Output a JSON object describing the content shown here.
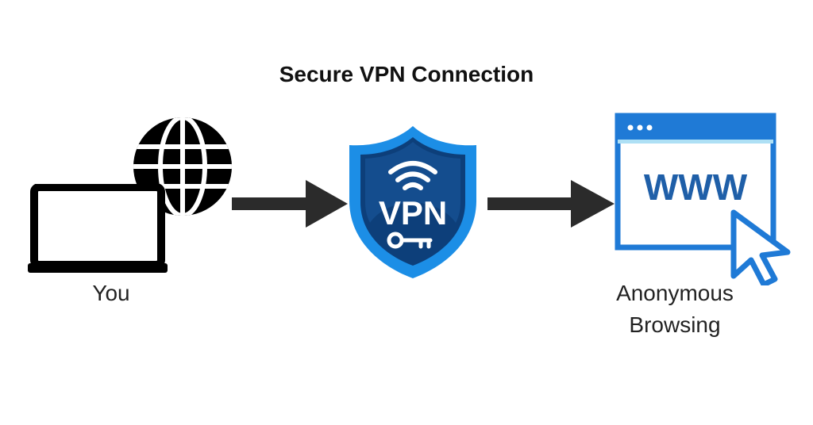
{
  "title": "Secure VPN Connection",
  "nodes": {
    "you": {
      "label": "You"
    },
    "vpn": {
      "label": "VPN"
    },
    "www": {
      "label": "WWW"
    },
    "anonymous": {
      "label_line1": "Anonymous",
      "label_line2": "Browsing"
    }
  },
  "colors": {
    "text": "#111111",
    "arrow": "#2b2b2b",
    "shield_outer": "#1c8ee6",
    "shield_inner": "#0d3f7a",
    "browser_blue": "#1f7ad6",
    "www_text": "#1f5fa8"
  },
  "icons": [
    "laptop-icon",
    "globe-icon",
    "vpn-shield-icon",
    "wifi-icon",
    "key-icon",
    "browser-window-icon",
    "cursor-icon"
  ]
}
